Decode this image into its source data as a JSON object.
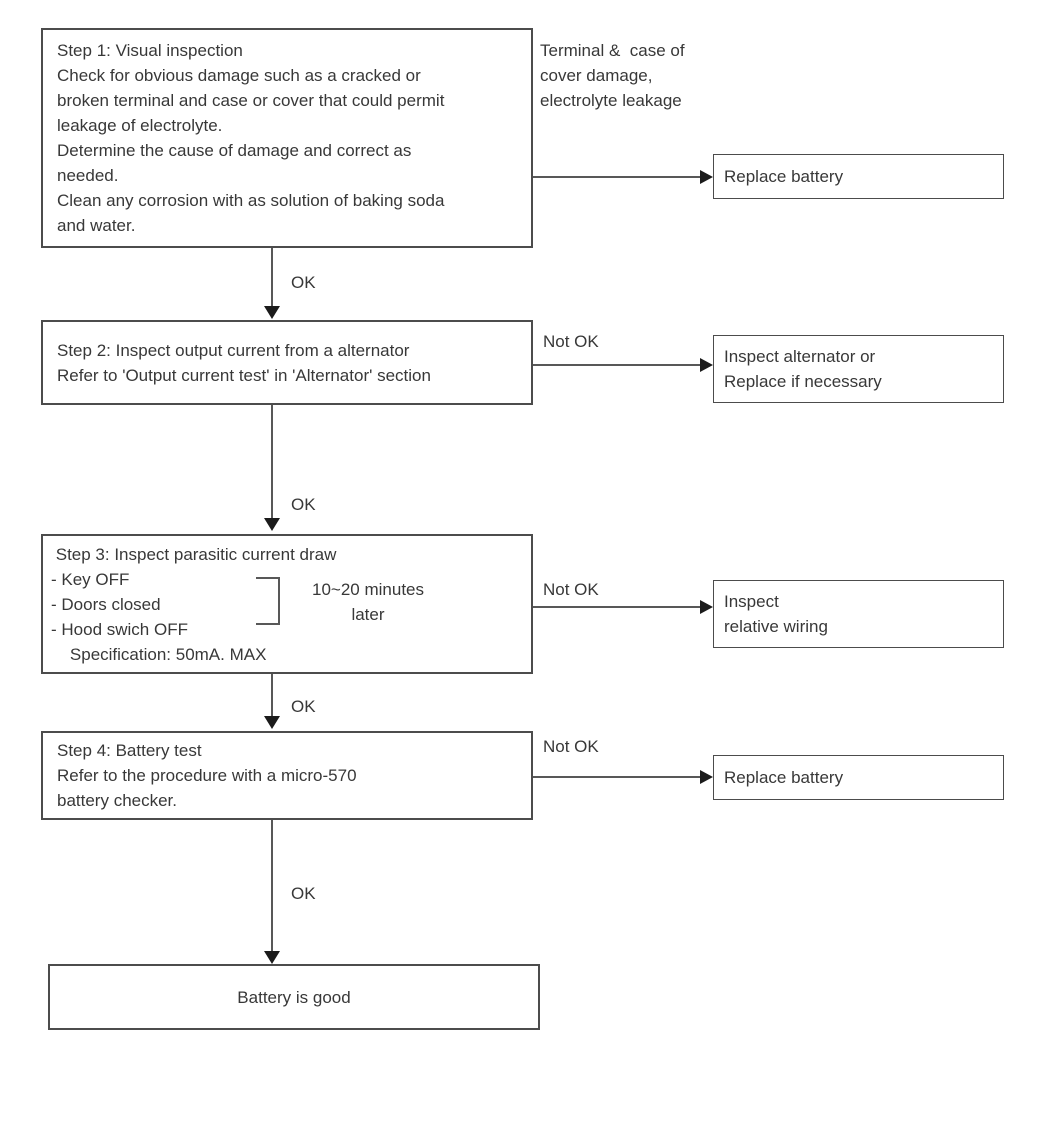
{
  "nodes": {
    "step1": "Step 1: Visual inspection\nCheck for obvious damage such as a cracked or\nbroken terminal and case or cover that could permit\nleakage of electrolyte.\nDetermine the cause of damage and correct as\nneeded.\nClean any corrosion with as solution of baking soda\nand water.",
    "side_note": "Terminal &  case of\ncover damage,\nelectrolyte leakage",
    "replace_battery_1": "Replace battery",
    "step2": "Step 2: Inspect output current from a alternator\nRefer to 'Output current test' in 'Alternator' section",
    "inspect_alternator": "Inspect alternator or\nReplace if necessary",
    "step3": " Step 3: Inspect parasitic current draw\n- Key OFF\n- Doors closed\n- Hood swich OFF\n    Specification: 50mA. MAX",
    "step3_annotation": "10~20 minutes\nlater",
    "inspect_wiring": "Inspect\nrelative wiring",
    "step4": "Step 4: Battery test\nRefer to the procedure with a micro-570\nbattery checker.",
    "replace_battery_2": "Replace battery",
    "battery_good": "Battery is good"
  },
  "labels": {
    "ok": "OK",
    "not_ok": "Not OK"
  },
  "colors": {
    "background": "#ffffff",
    "box_border": "#4c4c4c",
    "connector_line": "#585858",
    "arrowhead": "#1b1b1b",
    "text": "#383838"
  }
}
